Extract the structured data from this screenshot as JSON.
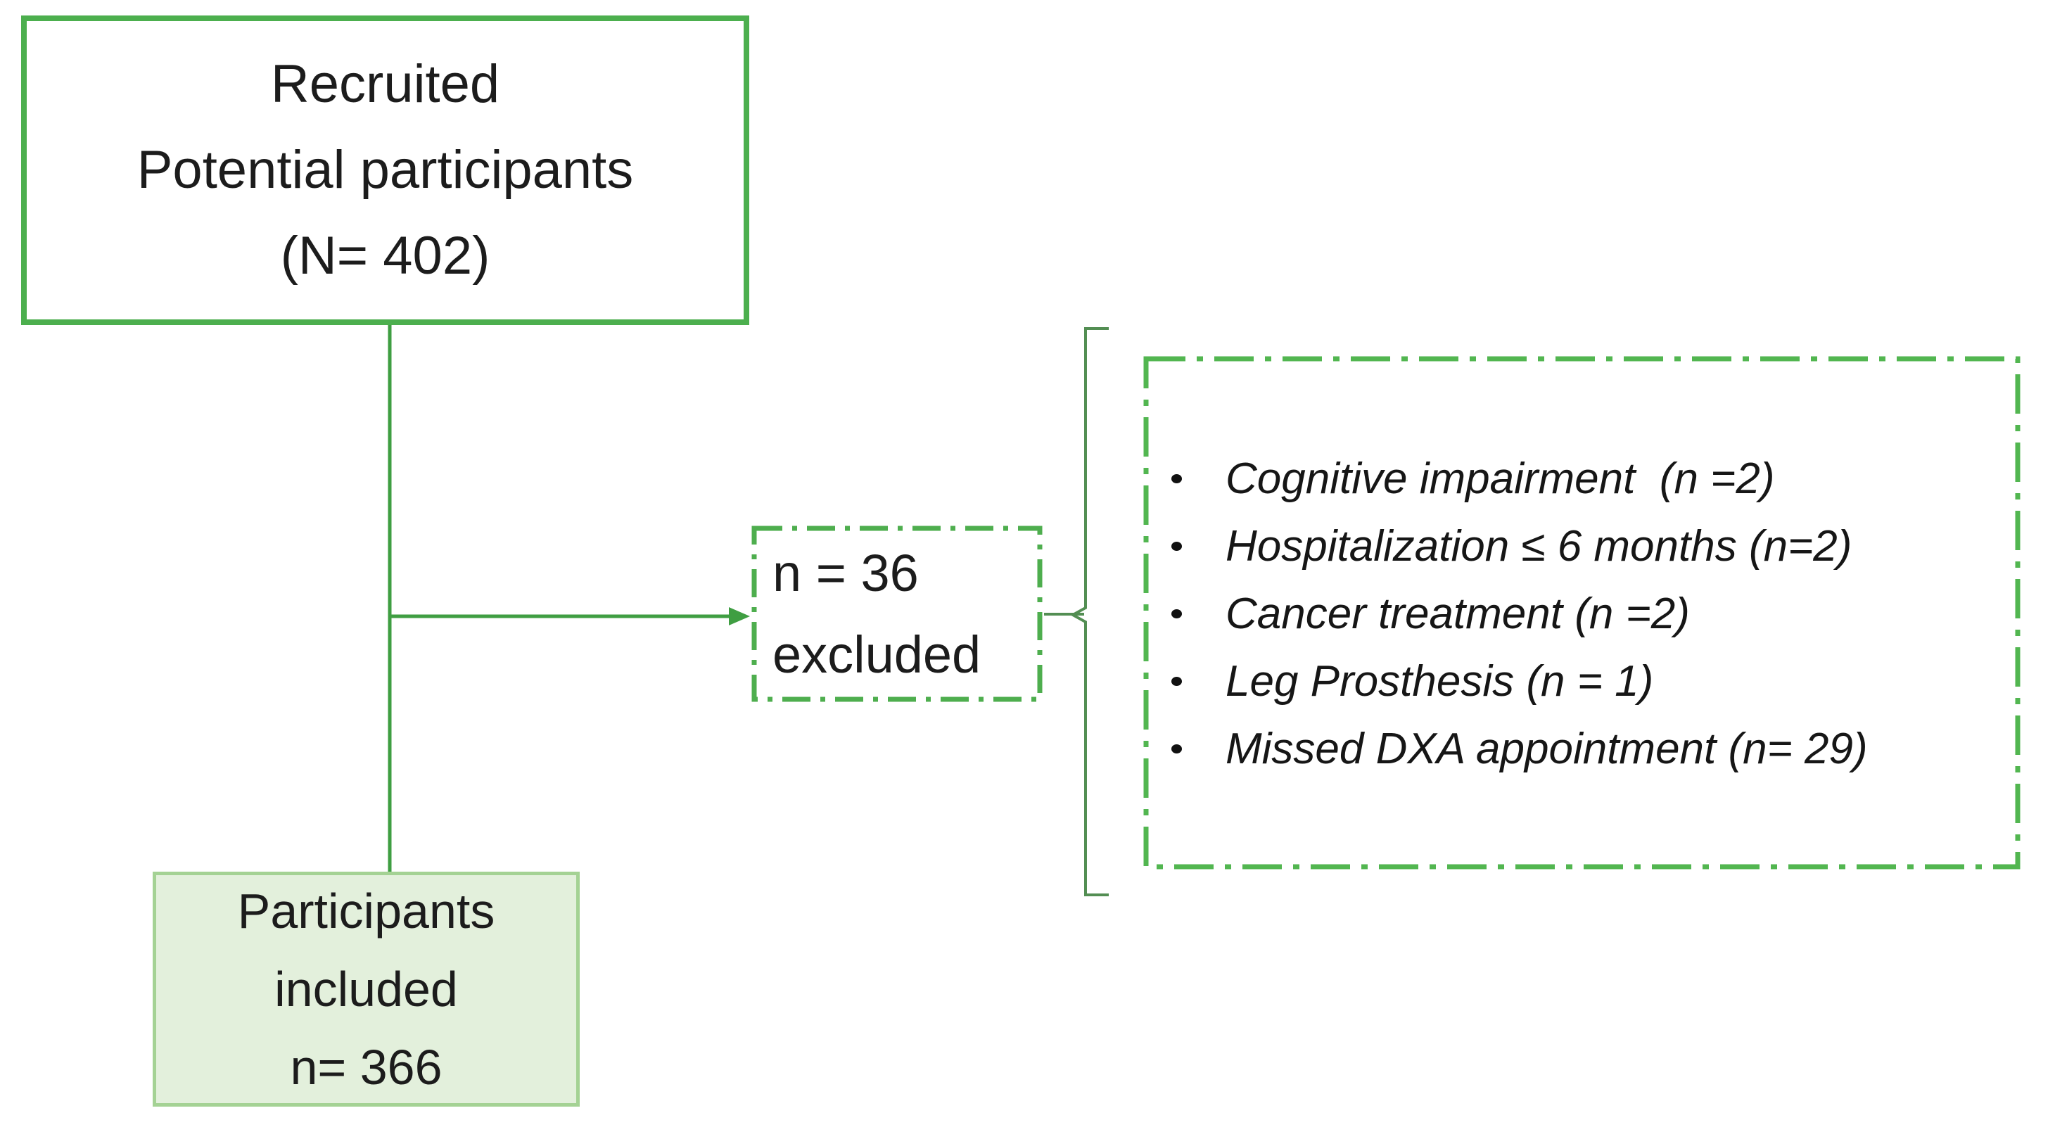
{
  "diagram": {
    "type": "participant-flow-diagram",
    "boxes": {
      "recruited": {
        "lines": [
          "Recruited",
          "Potential participants",
          "(N= 402)"
        ]
      },
      "excluded": {
        "lines": [
          "n = 36",
          "excluded"
        ]
      },
      "included": {
        "lines": [
          "Participants",
          "included",
          "n= 366"
        ]
      }
    },
    "reasons": {
      "items": [
        "Cognitive impairment  (n =2)",
        "Hospitalization ≤ 6 months (n=2)",
        "Cancer treatment (n =2)",
        "Leg Prosthesis (n = 1)",
        "Missed DXA appointment (n= 29)"
      ],
      "bullet_icon": "black-dot"
    },
    "counts": {
      "recruited_total": 402,
      "excluded_total": 36,
      "included_total": 366,
      "reason_counts": [
        2,
        2,
        2,
        1,
        29
      ]
    }
  },
  "colors": {
    "solid_border": "#4caf4e",
    "dashdot_border": "#4eae4e",
    "reasons_border": "#52b650",
    "flow_line": "#3f9e42",
    "brace_line": "#538e53",
    "included_fill": "#e3f0dc",
    "included_border": "#a4d294",
    "text": "#1c1c1c"
  }
}
